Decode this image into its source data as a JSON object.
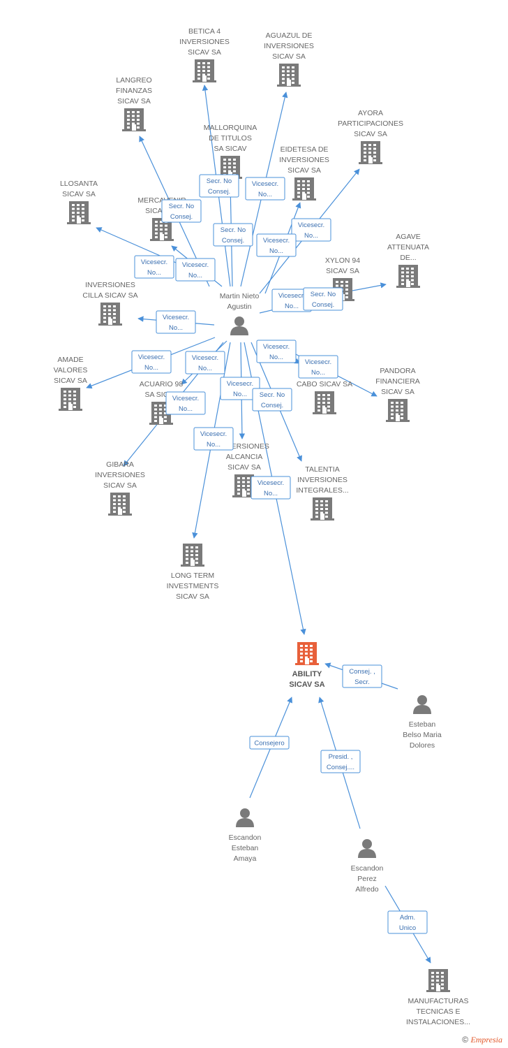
{
  "colors": {
    "edge": "#4a90d9",
    "building": "#7a7a7a",
    "highlight": "#e8603a",
    "person": "#7a7a7a"
  },
  "footer": {
    "copyright": "©",
    "brand": "Empresia"
  },
  "nodes": [
    {
      "id": "betica",
      "kind": "company",
      "lines": [
        "BETICA 4",
        "INVERSIONES",
        "SICAV SA"
      ]
    },
    {
      "id": "aguazul",
      "kind": "company",
      "lines": [
        "AGUAZUL DE",
        "INVERSIONES",
        "SICAV SA"
      ]
    },
    {
      "id": "langreo",
      "kind": "company",
      "lines": [
        "LANGREO",
        "FINANZAS",
        "SICAV SA"
      ]
    },
    {
      "id": "ayora",
      "kind": "company",
      "lines": [
        "AYORA",
        "PARTICIPACIONES",
        "SICAV SA"
      ]
    },
    {
      "id": "mallorquina",
      "kind": "company",
      "lines": [
        "MALLORQUINA",
        "DE TITULOS",
        "SA SICAV"
      ]
    },
    {
      "id": "eidetesa",
      "kind": "company",
      "lines": [
        "EIDETESA DE",
        "INVERSIONES",
        "SICAV SA"
      ]
    },
    {
      "id": "llosanta",
      "kind": "company",
      "lines": [
        "LLOSANTA",
        "SICAV SA"
      ]
    },
    {
      "id": "mercavenir",
      "kind": "company",
      "lines": [
        "MERCAVENIR",
        "SICAV SA"
      ]
    },
    {
      "id": "agave",
      "kind": "company",
      "lines": [
        "AGAVE",
        "ATTENUATA",
        "DE..."
      ]
    },
    {
      "id": "xylon",
      "kind": "company",
      "lines": [
        "XYLON 94",
        "SICAV SA"
      ]
    },
    {
      "id": "cilla",
      "kind": "company",
      "lines": [
        "INVERSIONES",
        "CILLA SICAV SA"
      ]
    },
    {
      "id": "amade",
      "kind": "company",
      "lines": [
        "AMADE",
        "VALORES",
        "SICAV SA"
      ]
    },
    {
      "id": "acuario",
      "kind": "company",
      "lines": [
        "ACUARIO 98",
        "SA SICAV"
      ]
    },
    {
      "id": "cabo",
      "kind": "company",
      "lines": [
        "CABO SICAV SA"
      ]
    },
    {
      "id": "pandora",
      "kind": "company",
      "lines": [
        "PANDORA",
        "FINANCIERA",
        "SICAV SA"
      ]
    },
    {
      "id": "gibara",
      "kind": "company",
      "lines": [
        "GIBARA",
        "INVERSIONES",
        "SICAV SA"
      ]
    },
    {
      "id": "alcancia",
      "kind": "company",
      "lines": [
        "INVERSIONES",
        "ALCANCIA",
        "SICAV SA"
      ]
    },
    {
      "id": "talentia",
      "kind": "company",
      "lines": [
        "TALENTIA",
        "INVERSIONES",
        "INTEGRALES..."
      ]
    },
    {
      "id": "longterm",
      "kind": "company",
      "lines": [
        "LONG TERM",
        "INVESTMENTS",
        "SICAV SA"
      ]
    },
    {
      "id": "ability",
      "kind": "company",
      "highlight": true,
      "lines": [
        "ABILITY",
        "SICAV SA"
      ]
    },
    {
      "id": "manufacturas",
      "kind": "company",
      "lines": [
        "MANUFACTURAS",
        "TECNICAS E",
        "INSTALACIONES..."
      ]
    },
    {
      "id": "martin",
      "kind": "person",
      "lines": [
        "Martin Nieto",
        "Agustin"
      ]
    },
    {
      "id": "belso",
      "kind": "person",
      "lines": [
        "Esteban",
        "Belso Maria",
        "Dolores"
      ]
    },
    {
      "id": "amaya",
      "kind": "person",
      "lines": [
        "Escandon",
        "Esteban",
        "Amaya"
      ]
    },
    {
      "id": "alfredo",
      "kind": "person",
      "lines": [
        "Escandon",
        "Perez",
        "Alfredo"
      ]
    }
  ],
  "edges": [
    {
      "from": "martin",
      "to": "betica",
      "label": [
        "Secr. No",
        "Consej."
      ]
    },
    {
      "from": "martin",
      "to": "aguazul",
      "label": [
        "Vicesecr.",
        "No..."
      ]
    },
    {
      "from": "martin",
      "to": "langreo",
      "label": [
        "Secr. No",
        "Consej."
      ]
    },
    {
      "from": "martin",
      "to": "mallorquina",
      "label": [
        "Secr. No",
        "Consej."
      ]
    },
    {
      "from": "martin",
      "to": "ayora",
      "label": [
        "Vicesecr.",
        "No..."
      ]
    },
    {
      "from": "martin",
      "to": "eidetesa",
      "label": [
        "Vicesecr.",
        "No..."
      ]
    },
    {
      "from": "martin",
      "to": "llosanta",
      "label": [
        "Vicesecr.",
        "No..."
      ]
    },
    {
      "from": "martin",
      "to": "mercavenir",
      "label": [
        "Vicesecr.",
        "No..."
      ]
    },
    {
      "from": "martin",
      "to": "xylon",
      "label": [
        "Vicesecr.",
        "No..."
      ]
    },
    {
      "from": "martin",
      "to": "agave",
      "label": [
        "Secr. No",
        "Consej."
      ]
    },
    {
      "from": "martin",
      "to": "cilla",
      "label": [
        "Vicesecr.",
        "No..."
      ]
    },
    {
      "from": "martin",
      "to": "amade",
      "label": [
        "Vicesecr.",
        "No..."
      ]
    },
    {
      "from": "martin",
      "to": "acuario",
      "label": [
        "Vicesecr.",
        "No..."
      ]
    },
    {
      "from": "martin",
      "to": "cabo",
      "label": [
        "Vicesecr.",
        "No..."
      ]
    },
    {
      "from": "martin",
      "to": "pandora",
      "label": [
        "Vicesecr.",
        "No..."
      ]
    },
    {
      "from": "martin",
      "to": "gibara",
      "label": [
        "Vicesecr.",
        "No..."
      ]
    },
    {
      "from": "martin",
      "to": "alcancia",
      "label": [
        "Vicesecr.",
        "No..."
      ]
    },
    {
      "from": "martin",
      "to": "talentia",
      "label": [
        "Secr. No",
        "Consej."
      ]
    },
    {
      "from": "martin",
      "to": "longterm",
      "label": [
        "Vicesecr.",
        "No..."
      ]
    },
    {
      "from": "martin",
      "to": "ability",
      "label": [
        "Vicesecr.",
        "No..."
      ]
    },
    {
      "from": "belso",
      "to": "ability",
      "label": [
        "Consej. ,",
        "Secr."
      ]
    },
    {
      "from": "amaya",
      "to": "ability",
      "label": [
        "Consejero"
      ]
    },
    {
      "from": "alfredo",
      "to": "ability",
      "label": [
        "Presid. ,",
        "Consej...."
      ]
    },
    {
      "from": "alfredo",
      "to": "manufacturas",
      "label": [
        "Adm.",
        "Unico"
      ]
    }
  ]
}
